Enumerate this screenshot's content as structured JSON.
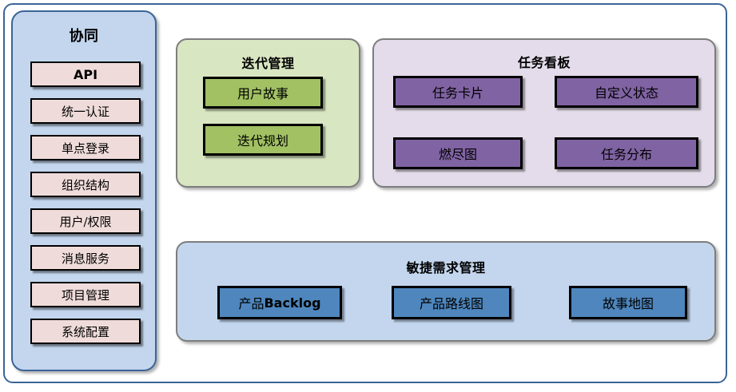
{
  "sidebar": {
    "title": "协同",
    "items": [
      {
        "label": "API",
        "style": "bold"
      },
      {
        "label": "统一认证",
        "style": "serif"
      },
      {
        "label": "单点登录",
        "style": "serif"
      },
      {
        "label": "组织结构",
        "style": "serif"
      },
      {
        "label": "用户/权限",
        "style": "serif"
      },
      {
        "label": "消息服务",
        "style": "serif"
      },
      {
        "label": "项目管理",
        "style": "serif"
      },
      {
        "label": "系统配置",
        "style": "serif"
      }
    ],
    "bg_color": "#C3D6EE",
    "item_color": "#EFDCDA",
    "border_color": "#3C6497"
  },
  "iteration": {
    "title": "迭代管理",
    "bg_color": "#D9E6C2",
    "item_color": "#A1C163",
    "items": [
      {
        "label": "用户故事"
      },
      {
        "label": "迭代规划"
      }
    ]
  },
  "taskboard": {
    "title": "任务看板",
    "bg_color": "#E4DCEA",
    "item_color": "#8063A3",
    "items": [
      {
        "label": "任务卡片"
      },
      {
        "label": "自定义状态"
      },
      {
        "label": "燃尽图"
      },
      {
        "label": "任务分布"
      }
    ]
  },
  "agile": {
    "title": "敏捷需求管理",
    "bg_color": "#C3D6EE",
    "item_color": "#4E86BD",
    "items": [
      {
        "label": "产品Backlog",
        "prefix": "产品",
        "suffix": "Backlog"
      },
      {
        "label": "产品路线图"
      },
      {
        "label": "故事地图"
      }
    ]
  }
}
